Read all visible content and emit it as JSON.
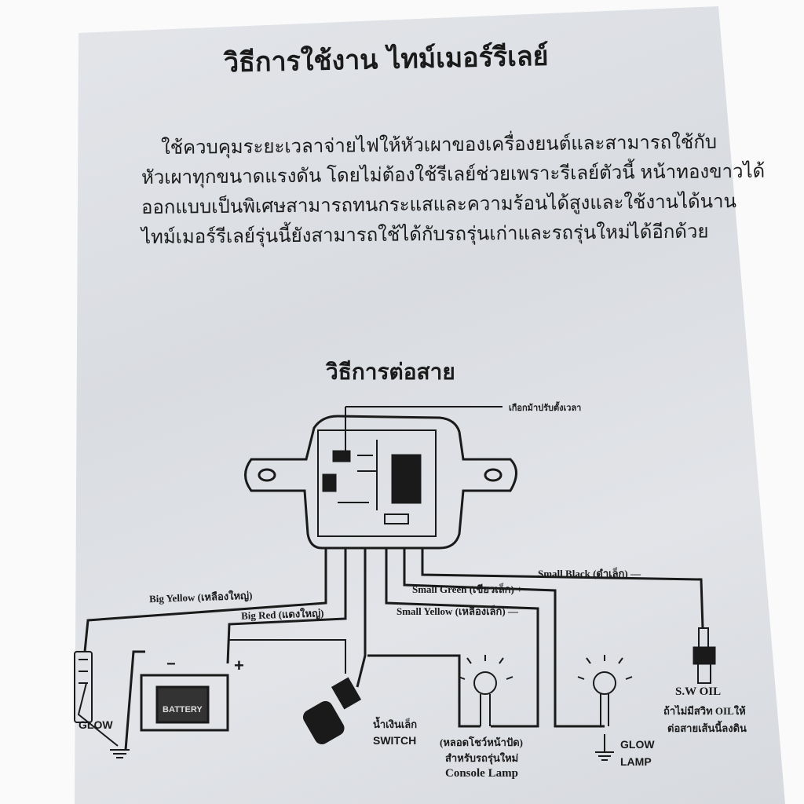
{
  "title": "วิธีการใช้งาน ไทม์เมอร์รีเลย์",
  "paragraph": [
    "ใช้ควบคุมระยะเวลาจ่ายไฟให้หัวเผาของเครื่องยนต์และสามารถใช้กับ",
    "หัวเผาทุกขนาดแรงดัน โดยไม่ต้องใช้รีเลย์ช่วยเพราะรีเลย์ตัวนี้ หน้าทองขาวได้",
    "ออกแบบเป็นพิเศษสามารถทนกระแสและความร้อนได้สูงและใช้งานได้นาน",
    "ไทม์เมอร์รีเลย์รุ่นนี้ยังสามารถใช้ได้กับรถรุ่นเก่าและรถรุ่นใหม่ได้อีกด้วย"
  ],
  "subtitle": "วิธีการต่อสาย",
  "diagram": {
    "adjust_knob": "เกือกม้าปรับตั้งเวลา",
    "big_yellow": "Big Yellow (เหลืองใหญ่)",
    "big_red": "Big Red (แดงใหญ่)",
    "small_black": "Small Black (ดำเล็ก) —",
    "small_green": "Small Green (เขียวเล็ก) +",
    "small_yellow": "Small Yellow (เหลืองเล็ก) —",
    "glow": "GLOW",
    "battery": "BATTERY",
    "minus": "−",
    "plus": "+",
    "switch_thai": "น้ำเงินเล็ก",
    "switch": "SWITCH",
    "console_1": "(หลอดโชว์หน้าปัด)",
    "console_2": "สำหรับรถรุ่นใหม่",
    "console_3": "Console Lamp",
    "glow_lamp_1": "GLOW",
    "glow_lamp_2": "LAMP",
    "sw_oil": "S.W OIL",
    "sw_oil_note_1": "ถ้าไม่มีสวิท OILให้",
    "sw_oil_note_2": "ต่อสายเส้นนี้ลงดิน"
  }
}
